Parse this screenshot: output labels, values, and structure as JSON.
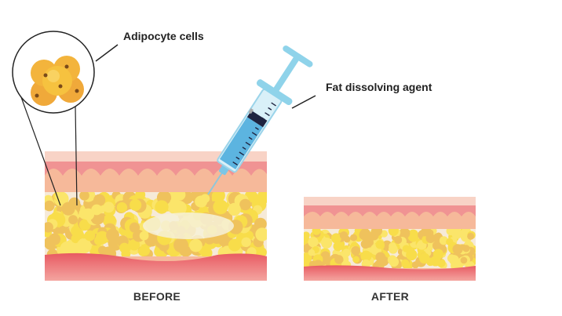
{
  "labels": {
    "adipocyte": "Adipocyte cells",
    "agent": "Fat dissolving agent",
    "before": "BEFORE",
    "after": "AFTER"
  },
  "colors": {
    "epidermis": "#f8d3c6",
    "dermis": "#f09393",
    "subdermis": "#f6b99a",
    "fat": "#f8dd4a",
    "fat_shade": "#efc25c",
    "muscle": "#ec7272",
    "syringe": "#8fd3ea",
    "fluid": "#5cb4e0"
  }
}
